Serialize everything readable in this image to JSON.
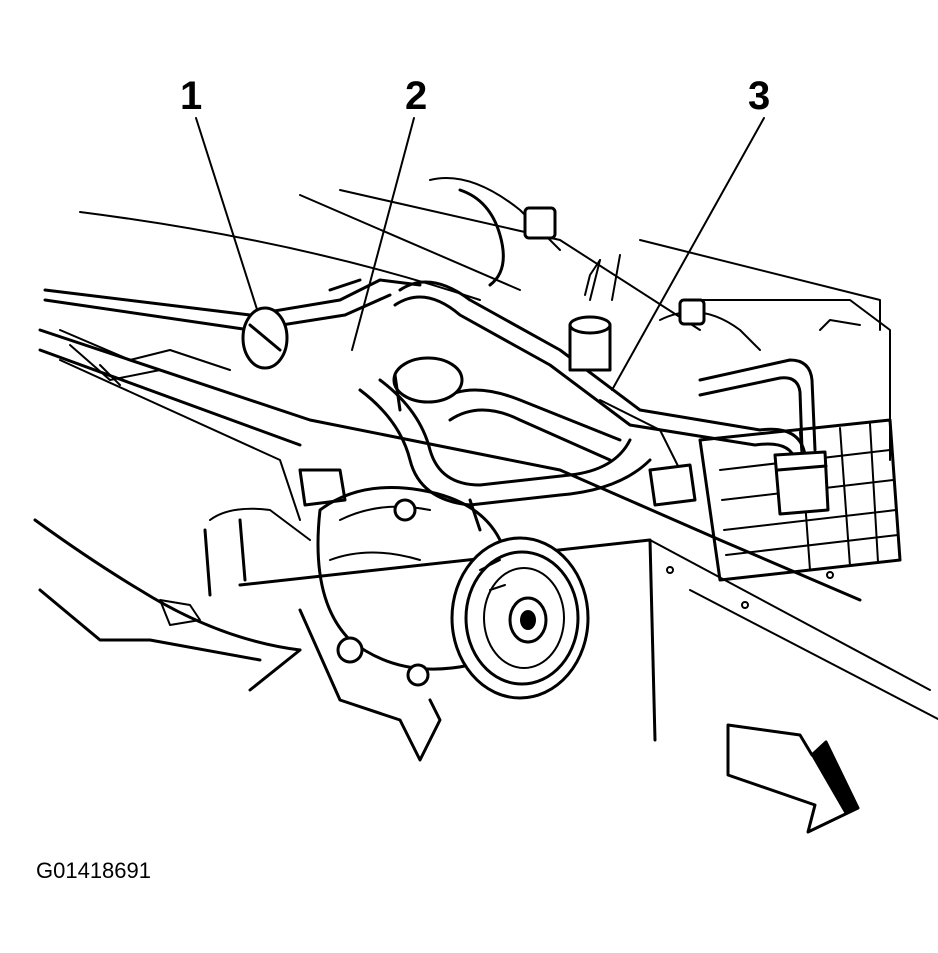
{
  "callouts": [
    {
      "label": "1"
    },
    {
      "label": "2"
    },
    {
      "label": "3"
    }
  ],
  "figure_id": "G01418691",
  "direction_arrow_icon": "arrow-forward-icon"
}
